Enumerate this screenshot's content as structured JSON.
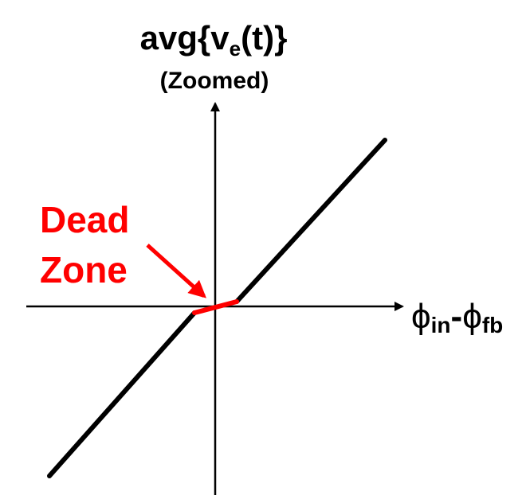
{
  "y_axis_label": {
    "main": "avg{v",
    "subscript": "e",
    "suffix": "(t)}",
    "note": "(Zoomed)"
  },
  "x_axis_label": {
    "phi1": "ϕ",
    "sub1": "in",
    "minus": "-",
    "phi2": "ϕ",
    "sub2": "fb"
  },
  "annotation": {
    "line1": "Dead",
    "line2": "Zone"
  },
  "colors": {
    "axes": "#000000",
    "transfer_line": "#000000",
    "dead_zone": "#ff0000",
    "annotation_text": "#ff0000"
  }
}
